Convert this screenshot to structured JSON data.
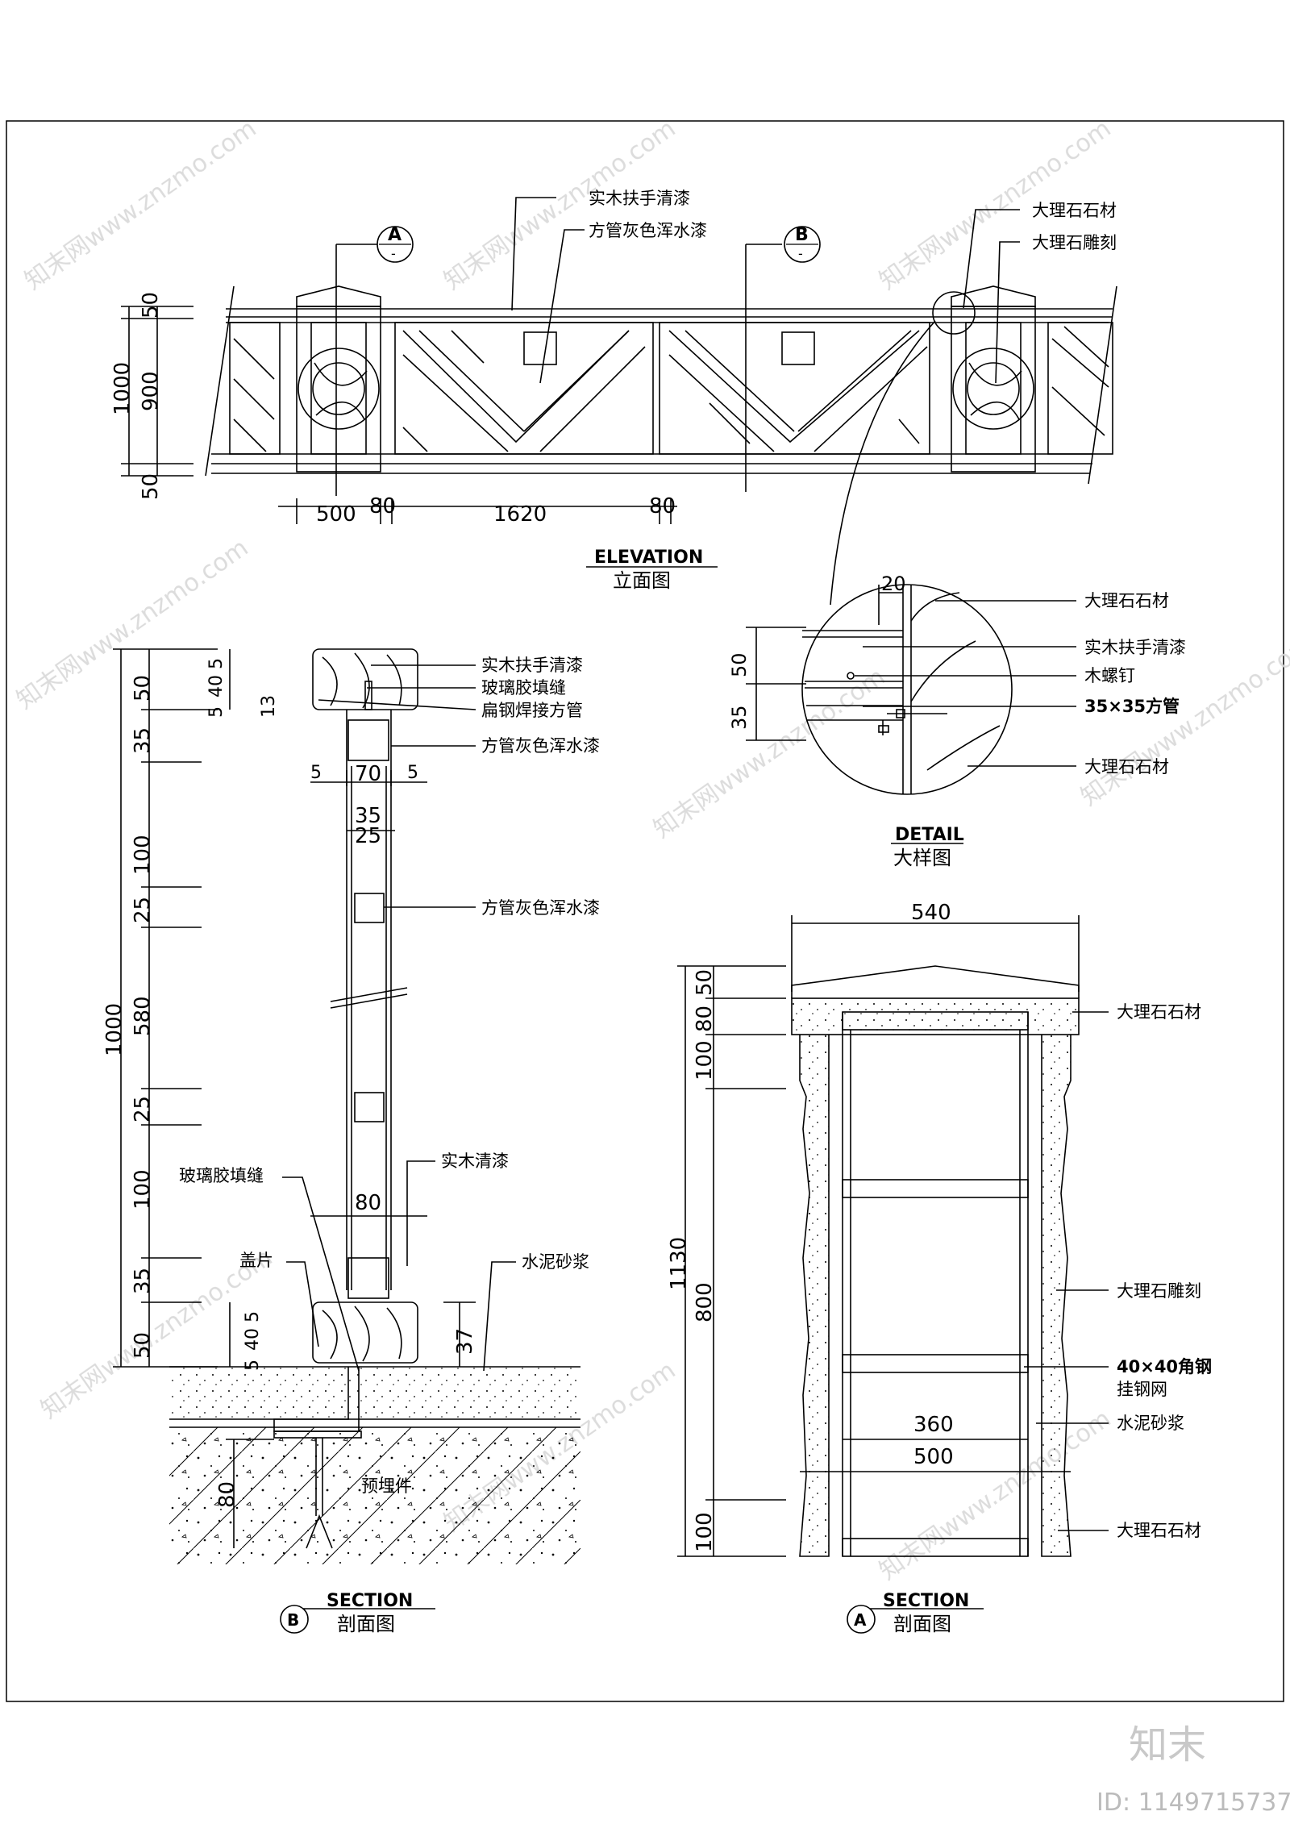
{
  "watermark": {
    "text": "znzmo.com",
    "text_cn": "知末网www.znzmo.com",
    "logo": "知末",
    "id_label": "ID: 1149715737"
  },
  "elevation": {
    "title_en": "ELEVATION",
    "title_cn": "立面图",
    "section_markers": [
      {
        "letter": "A",
        "sub": "-"
      },
      {
        "letter": "B",
        "sub": "-"
      }
    ],
    "labels": [
      "实木扶手清漆",
      "方管灰色浑水漆",
      "大理石石材",
      "大理石雕刻"
    ],
    "dims_v": [
      "1000",
      "50",
      "900",
      "50"
    ],
    "dims_h": [
      "500",
      "80",
      "1620",
      "80"
    ]
  },
  "detail": {
    "title_en": "DETAIL",
    "title_cn": "大样图",
    "labels": [
      "大理石石材",
      "实木扶手清漆",
      "木螺钉",
      "35×35方管",
      "大理石石材"
    ],
    "dims": [
      "20",
      "50",
      "35"
    ]
  },
  "section_b": {
    "title_en": "SECTION",
    "title_cn": "剖面图",
    "marker": "B",
    "labels_right": [
      "实木扶手清漆",
      "玻璃胶填缝",
      "扁钢焊接方管",
      "方管灰色浑水漆",
      "方管灰色浑水漆",
      "实木清漆",
      "水泥砂浆"
    ],
    "labels_left": [
      "玻璃胶填缝",
      "盖片"
    ],
    "label_embed": "预埋件",
    "dims_v": [
      "1000",
      "50",
      "35",
      "100",
      "25",
      "580",
      "25",
      "100",
      "35",
      "50",
      "5",
      "40",
      "5",
      "13",
      "5",
      "40",
      "5",
      "37",
      "80"
    ],
    "dims_h": [
      "5",
      "70",
      "5",
      "35",
      "25",
      "80"
    ]
  },
  "section_a": {
    "title_en": "SECTION",
    "title_cn": "剖面图",
    "marker": "A",
    "labels": [
      "大理石石材",
      "大理石雕刻",
      "40×40角钢",
      "挂钢网",
      "水泥砂浆",
      "大理石石材"
    ],
    "dims_v": [
      "1130",
      "50",
      "80",
      "100",
      "800",
      "100"
    ],
    "dims_h": [
      "540",
      "360",
      "500"
    ]
  }
}
